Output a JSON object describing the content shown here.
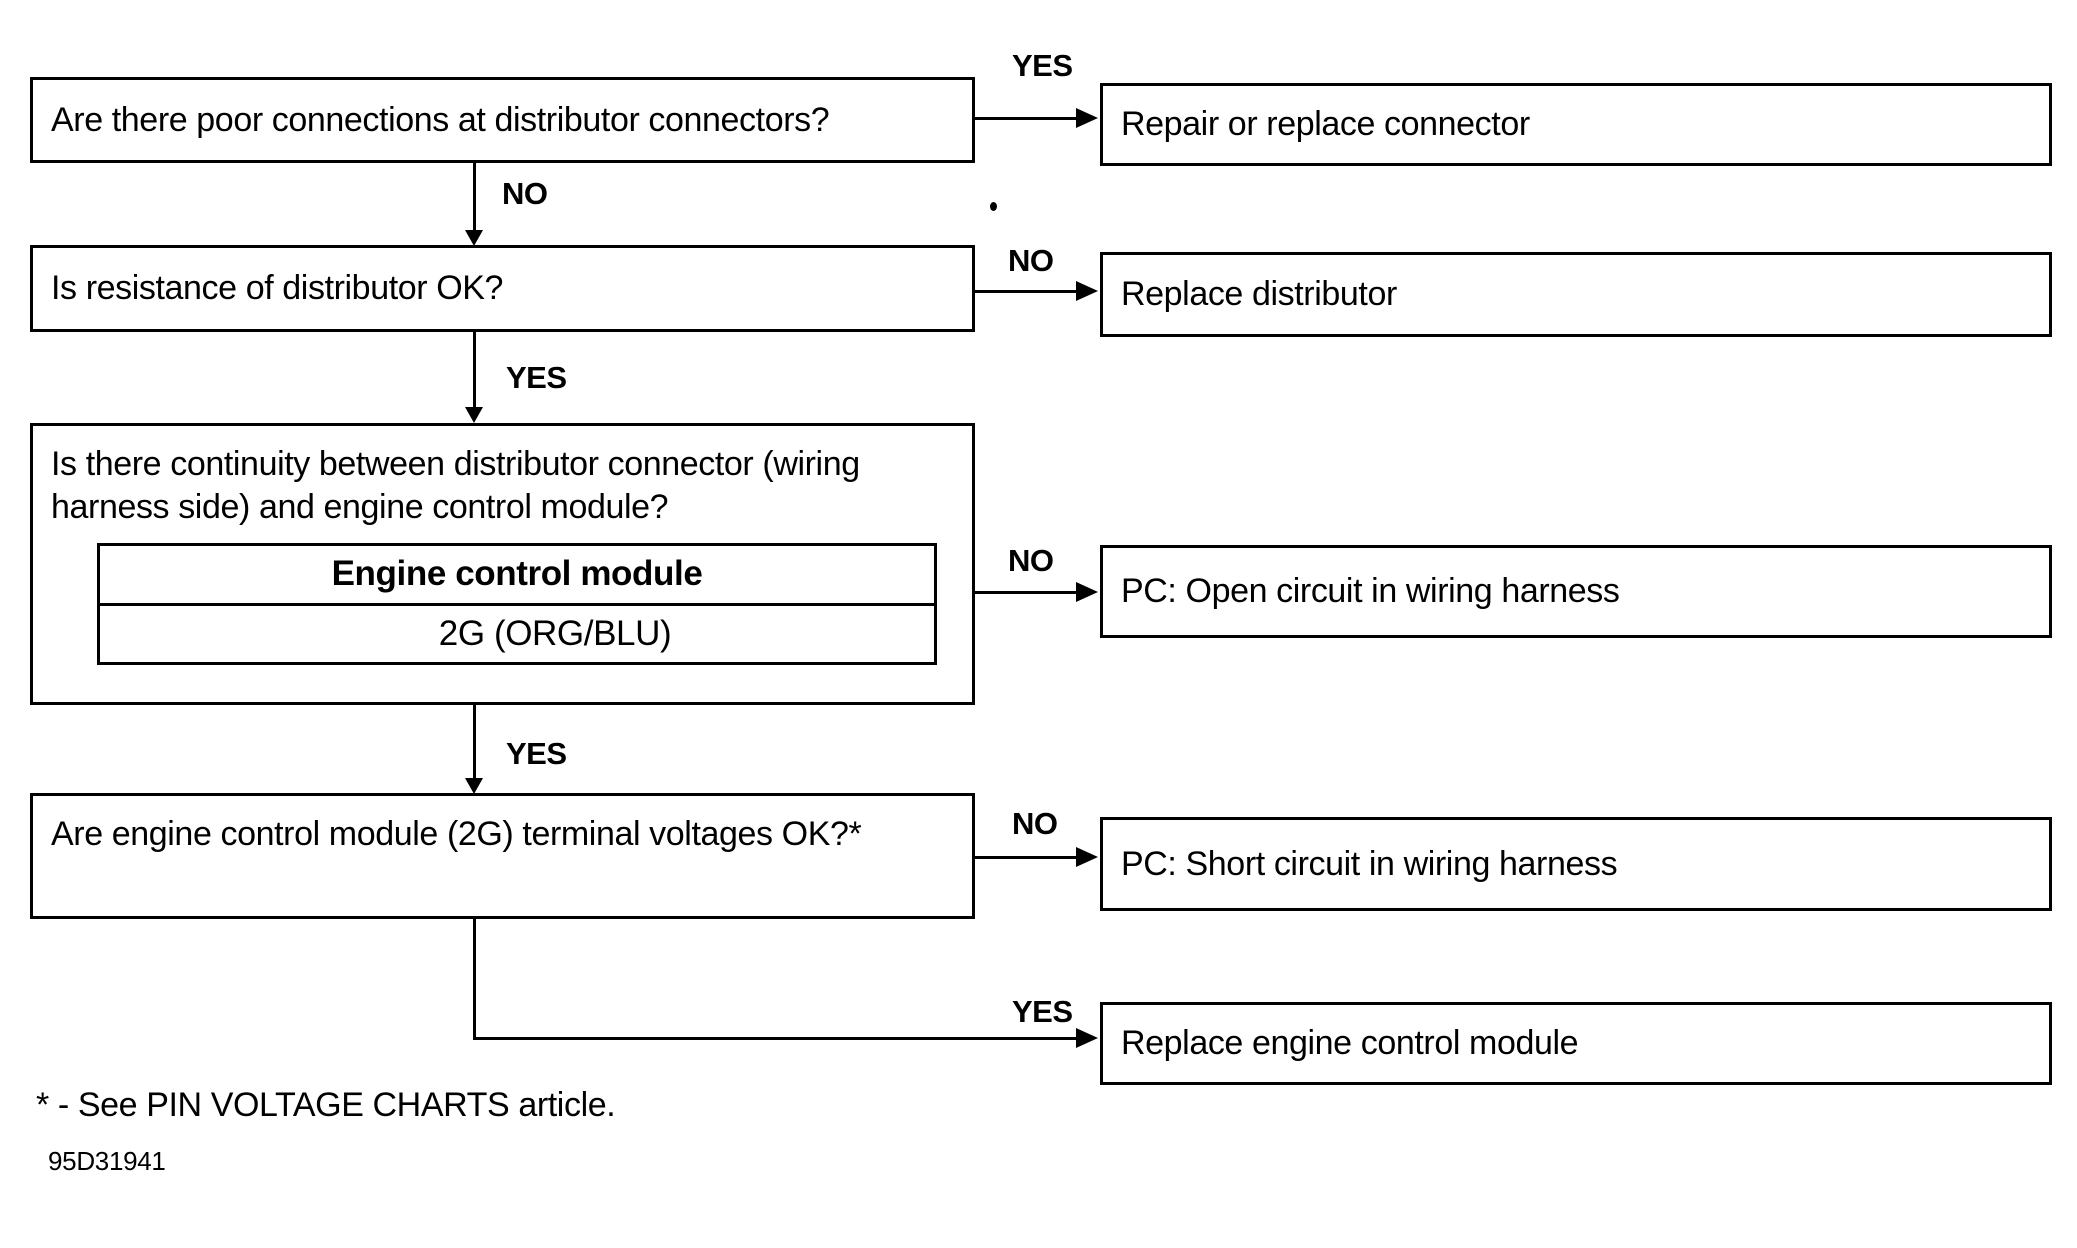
{
  "flowchart": {
    "questions": {
      "q1": "Are there poor connections at distributor connectors?",
      "q2": "Is resistance of distributor OK?",
      "q3": "Is there continuity between distributor connector (wiring harness side) and engine control module?",
      "q4": "Are engine control module (2G) terminal voltages OK?*"
    },
    "connector_table": {
      "header": "Engine control module",
      "terminal": "2G (ORG/BLU)"
    },
    "results": {
      "repair_connector": "Repair or replace connector",
      "replace_distributor": "Replace distributor",
      "open_circuit": "PC: Open circuit in wiring harness",
      "short_circuit": "PC: Short circuit in wiring harness",
      "replace_ecm": "Replace engine control module"
    },
    "branch_labels": {
      "yes": "YES",
      "no": "NO"
    },
    "footnote": "* - See PIN VOLTAGE CHARTS article.",
    "figure_id": "95D31941",
    "colors": {
      "ink": "#000000",
      "paper": "#ffffff"
    }
  }
}
